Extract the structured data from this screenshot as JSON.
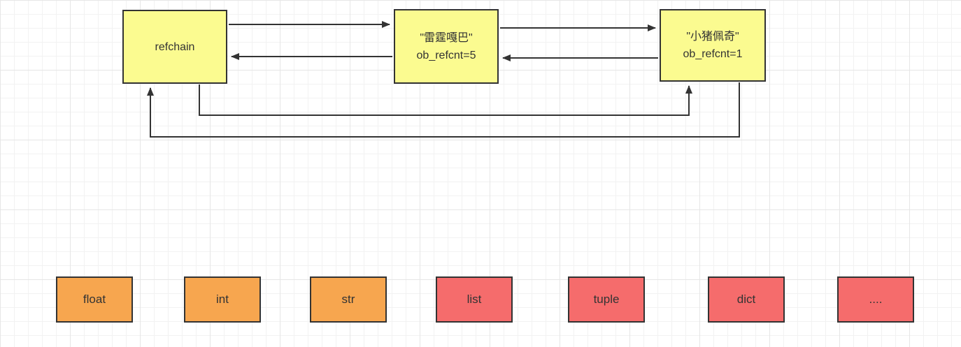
{
  "colors": {
    "node_fill": "#fbfb90",
    "node_border": "#333333",
    "connector": "#333333",
    "orange": "#f7a64f",
    "red": "#f56c6c"
  },
  "nodes": {
    "refchain": {
      "label": "refchain"
    },
    "node1": {
      "line1": "\"雷霆嘎巴\"",
      "line2": "ob_refcnt=5"
    },
    "node2": {
      "line1": "\"小猪佩奇\"",
      "line2": "ob_refcnt=1"
    }
  },
  "types": [
    {
      "label": "float",
      "color": "#f7a64f"
    },
    {
      "label": "int",
      "color": "#f7a64f"
    },
    {
      "label": "str",
      "color": "#f7a64f"
    },
    {
      "label": "list",
      "color": "#f56c6c"
    },
    {
      "label": "tuple",
      "color": "#f56c6c"
    },
    {
      "label": "dict",
      "color": "#f56c6c"
    },
    {
      "label": "....",
      "color": "#f56c6c"
    }
  ]
}
